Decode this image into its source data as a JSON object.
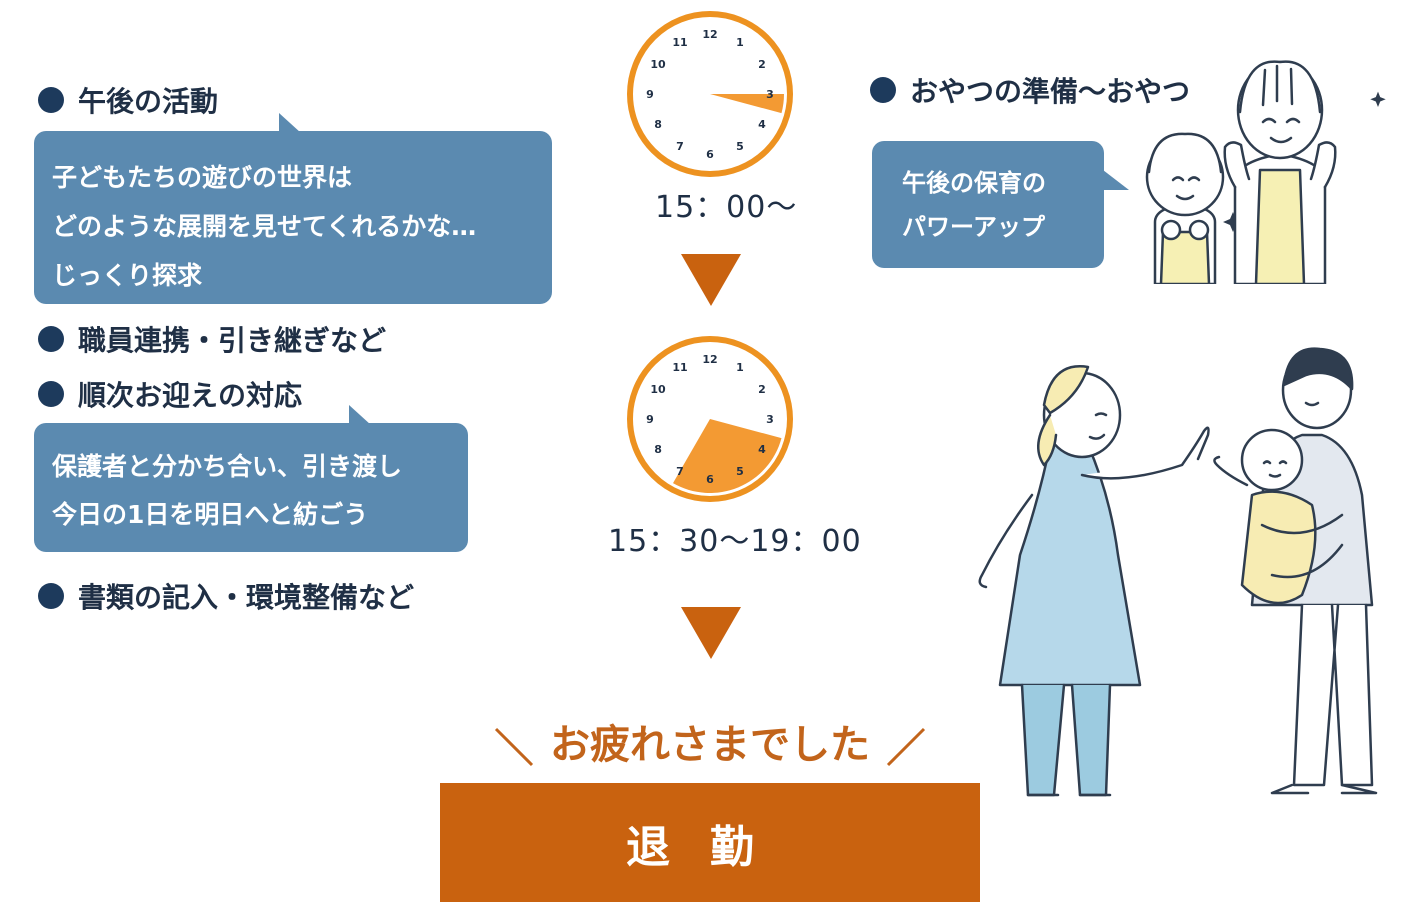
{
  "left": {
    "afternoon_activity": "午後の活動",
    "bubble1": [
      "子どもたちの遊びの世界は",
      "どのような展開を見せてくれるかな…",
      "じっくり探求"
    ],
    "staff_coordination": "職員連携・引き継ぎなど",
    "pickup": "順次お迎えの対応",
    "bubble2": [
      "保護者と分かち合い、引き渡し",
      "今日の1日を明日へと紡ごう"
    ],
    "documents": "書類の記入・環境整備など"
  },
  "clocks": [
    {
      "label": "15：00～",
      "start_hour": 3.0,
      "end_hour": 3.5
    },
    {
      "label": "15：30～19：00",
      "start_hour": 3.5,
      "end_hour": 7.0
    }
  ],
  "clock_numbers": [
    "12",
    "1",
    "2",
    "3",
    "4",
    "5",
    "6",
    "7",
    "8",
    "9",
    "10",
    "11"
  ],
  "right": {
    "snack": "おやつの準備～おやつ",
    "bubble3": [
      "午後の保育の",
      "パワーアップ"
    ]
  },
  "thanks": "お疲れさまでした",
  "leave_button": "退勤",
  "colors": {
    "accent_orange": "#f39a33",
    "clock_ring": "#ed9220",
    "arrow": "#c9620f",
    "bubble": "#5b8ab0",
    "dot": "#1d3a5c"
  },
  "icons": {
    "down_arrow": "down-triangle-icon",
    "bullet": "bullet-dot-icon"
  }
}
